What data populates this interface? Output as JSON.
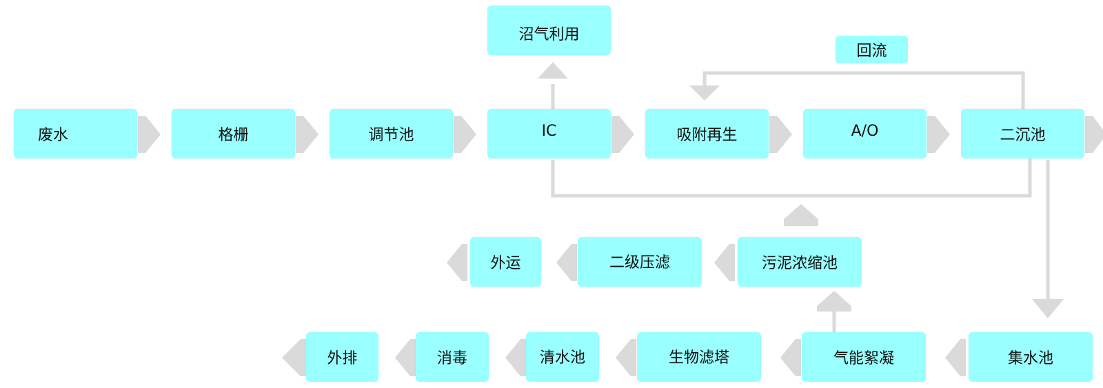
{
  "colors": {
    "box_fill": "#99ffff",
    "connector": "#dadada",
    "text": "#111111"
  },
  "nodes": {
    "wastewater": "废水",
    "screen": "格栅",
    "equalization_tank": "调节池",
    "ic": "IC",
    "biogas_utilization": "沼气利用",
    "adsorption_regeneration": "吸附再生",
    "ao": "A/O",
    "secondary_clarifier": "二沉池",
    "reflux": "回流",
    "sludge_thickener": "污泥浓缩池",
    "secondary_press_filter": "二级压滤",
    "sludge_outbound": "外运",
    "collection_tank": "集水池",
    "air_flotation": "气能絮凝",
    "biofilter_tower": "生物滤塔",
    "clear_water_tank": "清水池",
    "disinfection": "消毒",
    "discharge": "外排"
  }
}
